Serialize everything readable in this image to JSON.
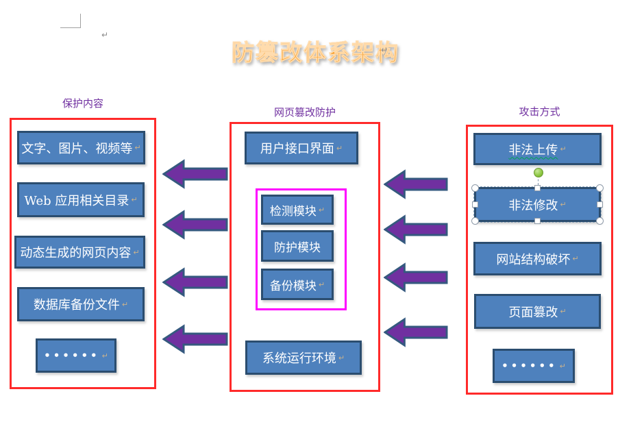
{
  "page": {
    "title": "防篡改体系架构",
    "return_mark": "↵"
  },
  "columns": {
    "left": {
      "header": "保护内容",
      "items": [
        "文字、图片、视频等",
        "Web 应用相关目录",
        "动态生成的网页内容",
        "数据库备份文件",
        "••••••"
      ]
    },
    "middle": {
      "header": "网页篡改防护",
      "top_item": "用户接口界面",
      "modules": [
        "检测模块",
        "防护模块",
        "备份模块"
      ],
      "bottom_item": "系统运行环境"
    },
    "right": {
      "header": "攻击方式",
      "items": [
        "非法上传",
        "非法修改",
        "网站结构破坏",
        "页面篡改",
        "••••••"
      ],
      "selected_item": "非法修改"
    }
  },
  "colors": {
    "shape_fill": "#4E81BD",
    "shape_border": "#2B4D6F",
    "arrow_fill": "#7030A0",
    "arrow_border": "#35597F",
    "container_border": "#FF2A2A",
    "module_container_border": "#FF00FF",
    "header_text": "#7030A0",
    "title_orange": "#F79A36",
    "spellcheck_underline": "#00A650",
    "rotation_handle": "#8CC63F",
    "selection_handle_fill": "#FFFFFF"
  }
}
